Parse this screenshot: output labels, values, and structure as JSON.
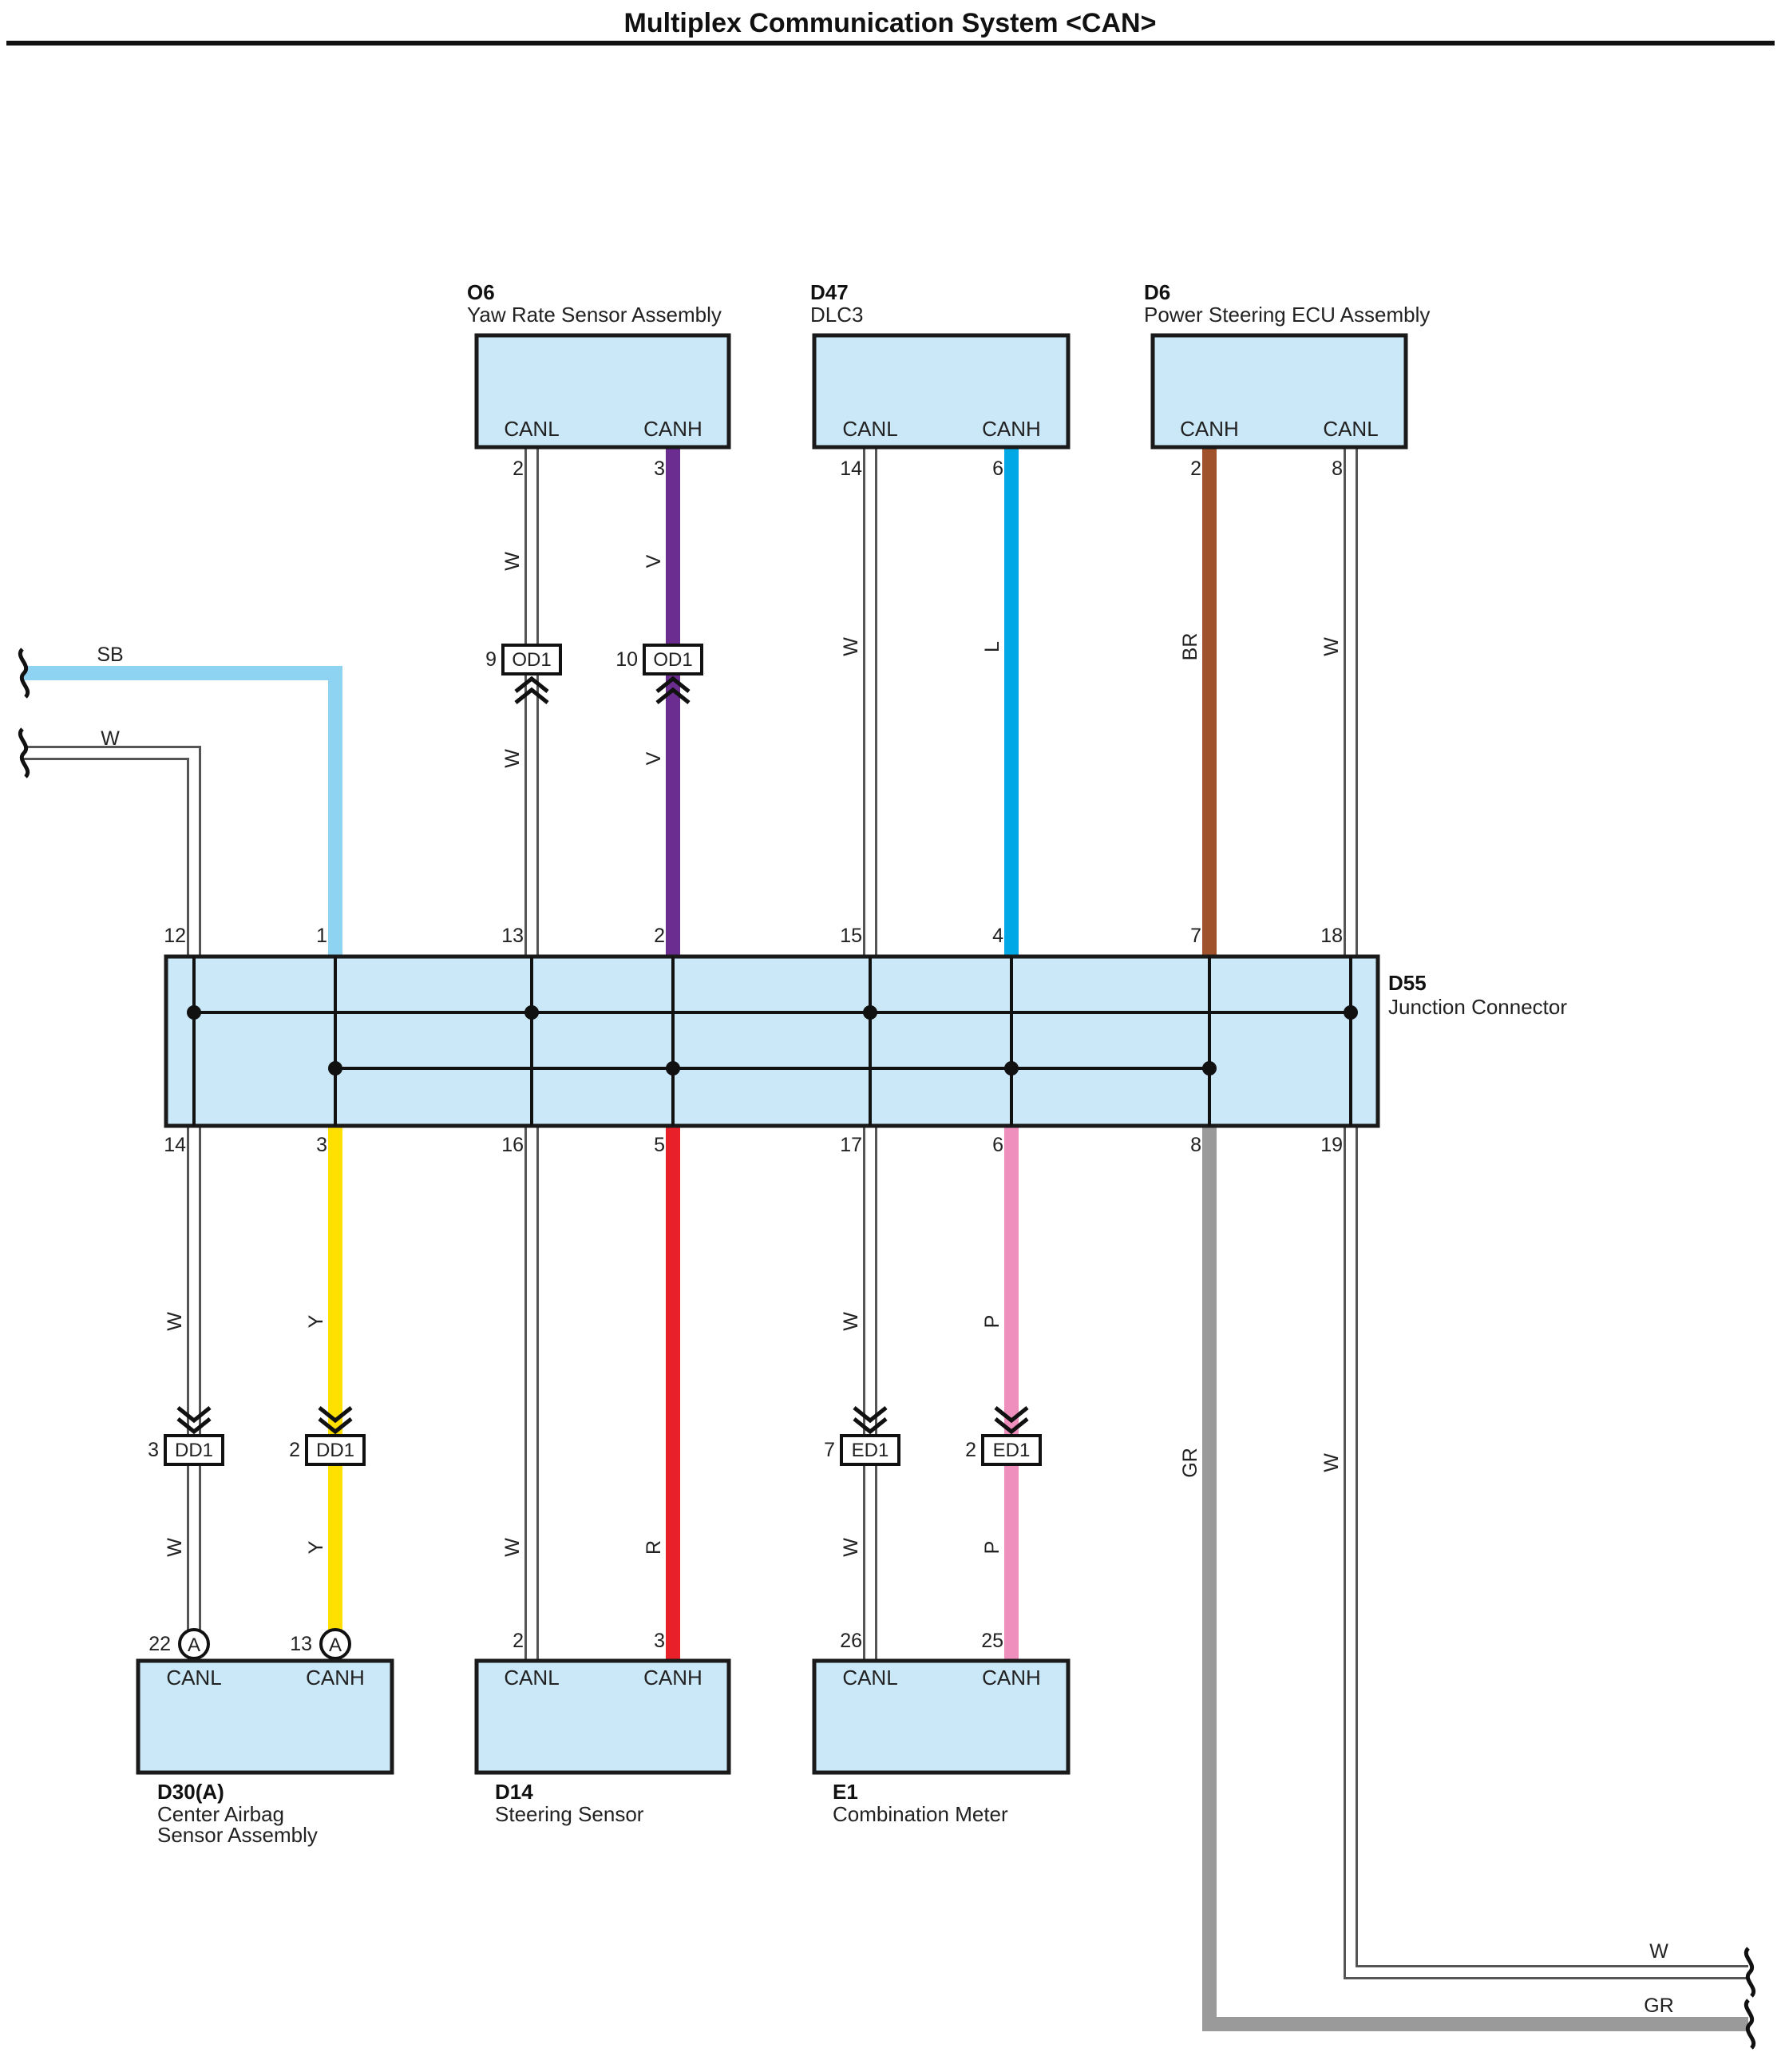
{
  "title": "Multiplex Communication System <CAN>",
  "colors": {
    "W": "#ffffff",
    "SB": "#8fd3f2",
    "V": "#6b2d8f",
    "L": "#00a9e6",
    "BR": "#a0522d",
    "Y": "#ffe000",
    "R": "#e8202a",
    "P": "#ef8fbd",
    "GR": "#9a9a9a",
    "box_fill": "#cbe8f8"
  },
  "components": {
    "o6": {
      "code": "O6",
      "name": "Yaw Rate Sensor Assembly",
      "t1": "CANL",
      "t2": "CANH"
    },
    "d47": {
      "code": "D47",
      "name": "DLC3",
      "t1": "CANL",
      "t2": "CANH"
    },
    "d6": {
      "code": "D6",
      "name": "Power Steering ECU Assembly",
      "t1": "CANH",
      "t2": "CANL"
    },
    "d55": {
      "code": "D55",
      "name": "Junction Connector"
    },
    "d30": {
      "code": "D30(A)",
      "name_line1": "Center Airbag",
      "name_line2": "Sensor Assembly",
      "t1": "CANL",
      "t2": "CANH",
      "conn_marker": "A"
    },
    "d14": {
      "code": "D14",
      "name": "Steering Sensor",
      "t1": "CANL",
      "t2": "CANH"
    },
    "e1": {
      "code": "E1",
      "name": "Combination Meter",
      "t1": "CANL",
      "t2": "CANH"
    }
  },
  "pins": {
    "o6_canl": "2",
    "o6_canh": "3",
    "d47_canl": "14",
    "d47_canh": "6",
    "d6_canh": "2",
    "d6_canl": "8",
    "d55_top": [
      "12",
      "1",
      "13",
      "2",
      "15",
      "4",
      "7",
      "18"
    ],
    "d55_bottom": [
      "14",
      "3",
      "16",
      "5",
      "17",
      "6",
      "8",
      "19"
    ],
    "d30_canl": "22",
    "d30_canh": "13",
    "d14_canl": "2",
    "d14_canh": "3",
    "e1_canl": "26",
    "e1_canh": "25"
  },
  "connectors": {
    "od1_a": {
      "name": "OD1",
      "pin": "9"
    },
    "od1_b": {
      "name": "OD1",
      "pin": "10"
    },
    "dd1_a": {
      "name": "DD1",
      "pin": "3"
    },
    "dd1_b": {
      "name": "DD1",
      "pin": "2"
    },
    "ed1_a": {
      "name": "ED1",
      "pin": "7"
    },
    "ed1_b": {
      "name": "ED1",
      "pin": "2"
    }
  },
  "wire_labels": {
    "sb_left": "SB",
    "w_left": "W",
    "o6_canl_upper": "W",
    "o6_canl_lower": "W",
    "o6_canh_upper": "V",
    "o6_canh_lower": "V",
    "d47_canl": "W",
    "d47_canh": "L",
    "d6_canh": "BR",
    "d6_canl": "W",
    "d30_canl_upper": "W",
    "d30_canl_lower": "W",
    "d30_canh_upper": "Y",
    "d30_canh_lower": "Y",
    "d14_canl": "W",
    "d14_canh": "R",
    "e1_canl_upper": "W",
    "e1_canl_lower": "W",
    "e1_canh_upper": "P",
    "e1_canh_lower": "P",
    "gr_vertical": "GR",
    "w19_vertical": "W",
    "w_right": "W",
    "gr_right": "GR"
  }
}
